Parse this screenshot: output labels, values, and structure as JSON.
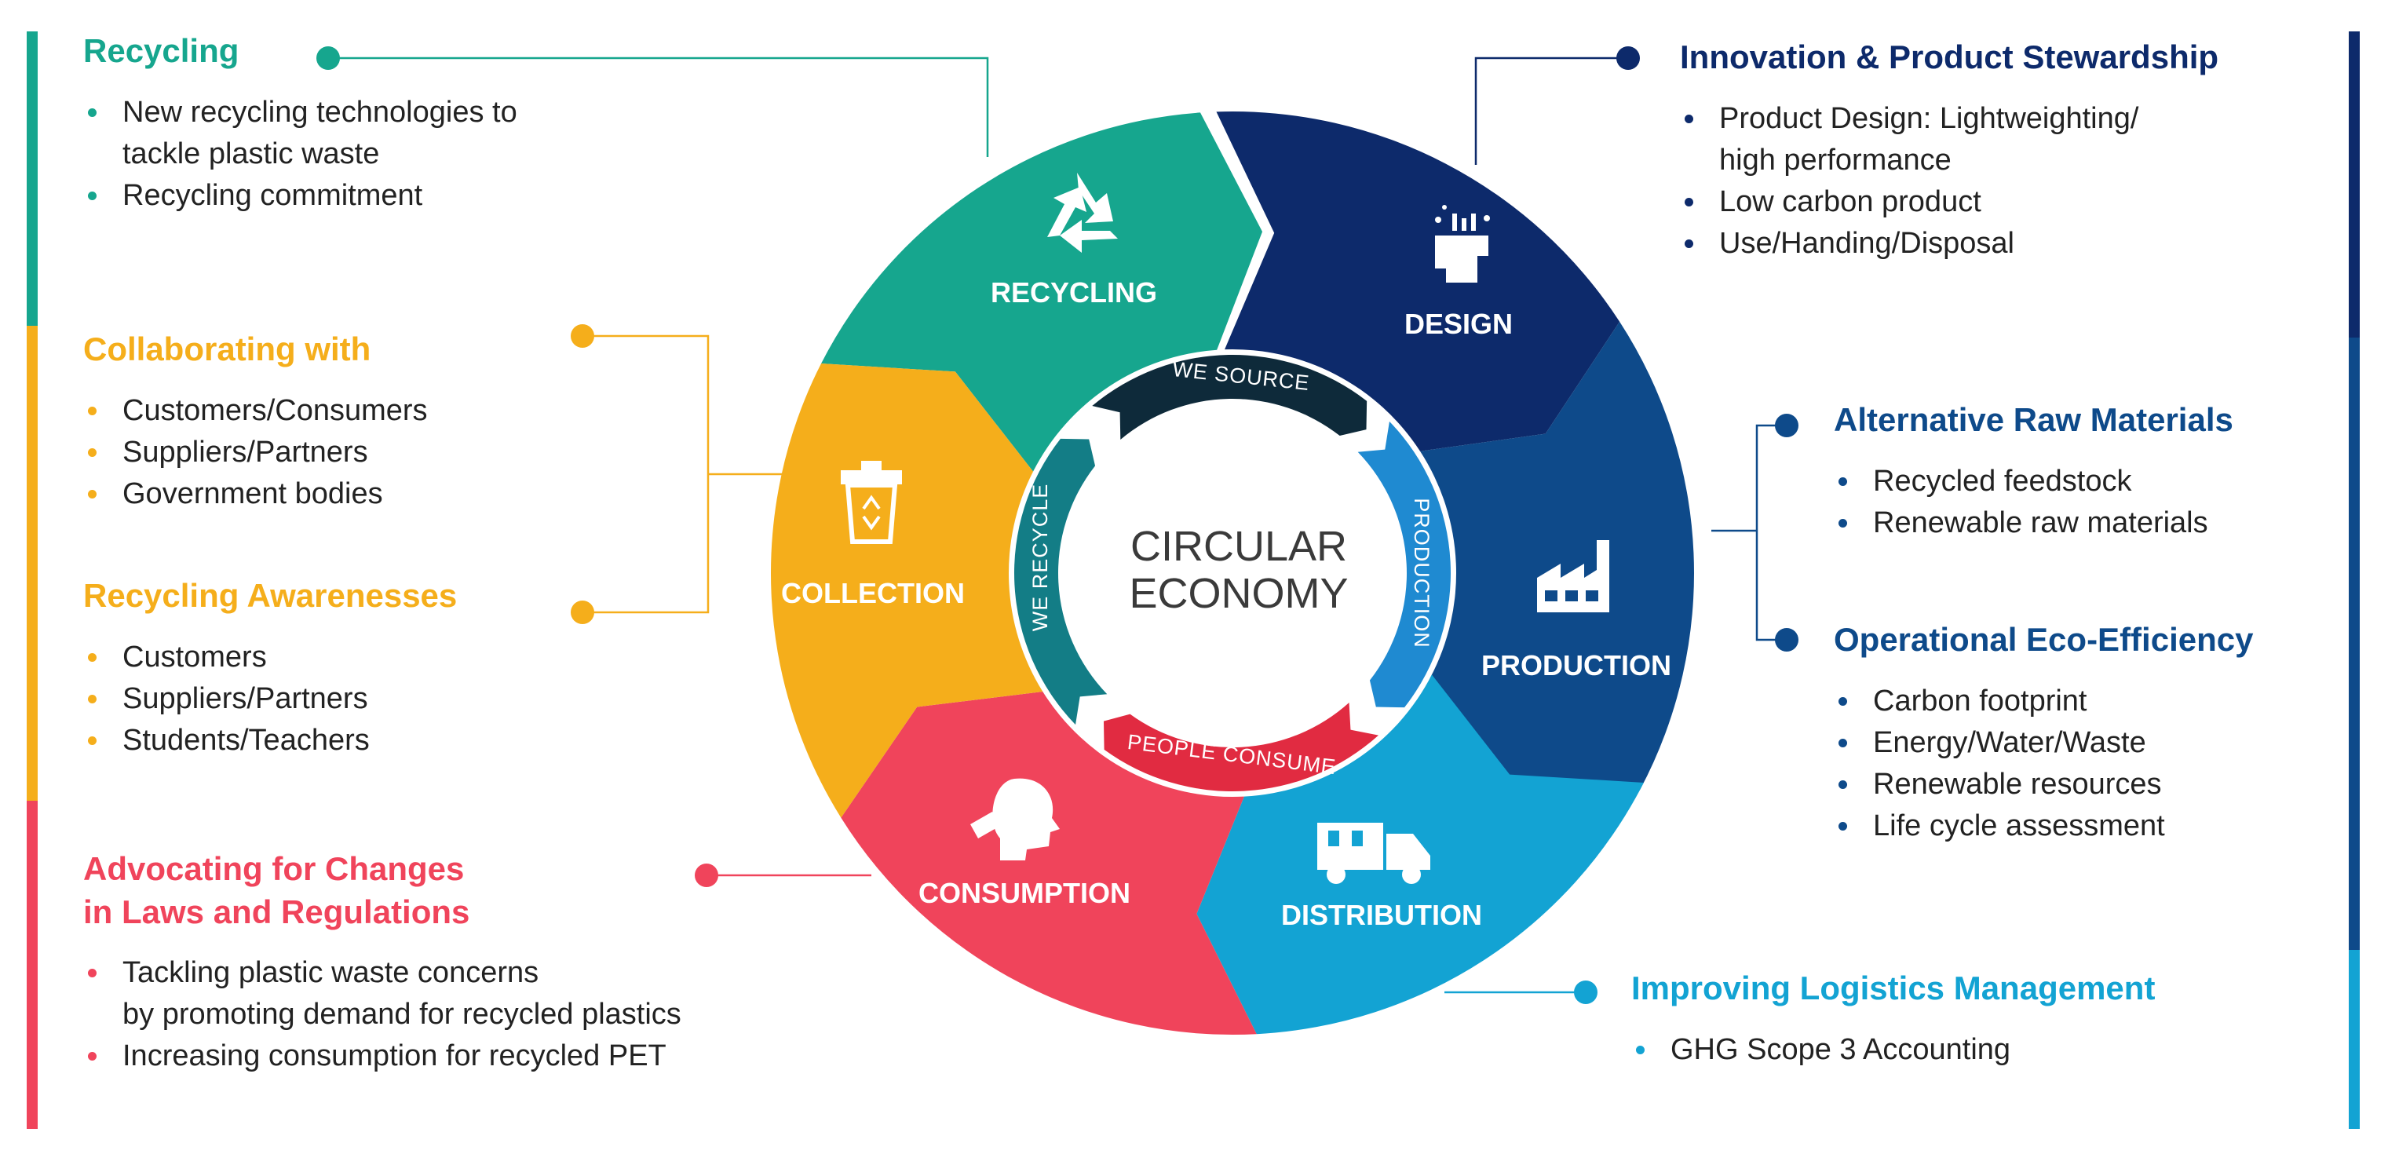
{
  "colors": {
    "recycling": "#16a68e",
    "design": "#0d2a6b",
    "production": "#0e4a8a",
    "distribution": "#13a3d3",
    "consumption": "#f0445b",
    "collection": "#f5ae1b",
    "collab_heading": "#f5ae1b",
    "logistics": "#13a3d3"
  },
  "center": {
    "line1": "CIRCULAR",
    "line2": "ECONOMY"
  },
  "segments": {
    "recycling": "RECYCLING",
    "design": "DESIGN",
    "production": "PRODUCTION",
    "distribution": "DISTRIBUTION",
    "consumption": "CONSUMPTION",
    "collection": "COLLECTION"
  },
  "inner_ring": {
    "we_source": "WE SOURCE",
    "production": "PRODUCTION",
    "people_consume": "PEOPLE CONSUME",
    "we_recycle": "WE RECYCLE"
  },
  "left": {
    "recycling": {
      "heading": "Recycling",
      "items": [
        "New recycling technologies to\ntackle plastic waste",
        "Recycling commitment"
      ]
    },
    "collaborating": {
      "heading": "Collaborating with",
      "items": [
        "Customers/Consumers",
        "Suppliers/Partners",
        "Government bodies"
      ]
    },
    "awareness": {
      "heading": "Recycling Awarenesses",
      "items": [
        "Customers",
        "Suppliers/Partners",
        "Students/Teachers"
      ]
    },
    "advocating": {
      "heading": "Advocating for Changes\nin Laws and Regulations",
      "items": [
        "Tackling plastic waste concerns\nby promoting demand for recycled plastics",
        "Increasing consumption for recycled PET"
      ]
    }
  },
  "right": {
    "innovation": {
      "heading": "Innovation & Product Stewardship",
      "items": [
        "Product Design: Lightweighting/\nhigh performance",
        "Low carbon product",
        "Use/Handing/Disposal"
      ]
    },
    "raw_materials": {
      "heading": "Alternative Raw Materials",
      "items": [
        "Recycled feedstock",
        "Renewable raw materials"
      ]
    },
    "eco_efficiency": {
      "heading": "Operational Eco-Efficiency",
      "items": [
        "Carbon footprint",
        "Energy/Water/Waste",
        "Renewable resources",
        "Life cycle assessment"
      ]
    },
    "logistics": {
      "heading": "Improving Logistics Management",
      "items": [
        "GHG Scope 3 Accounting"
      ]
    }
  }
}
